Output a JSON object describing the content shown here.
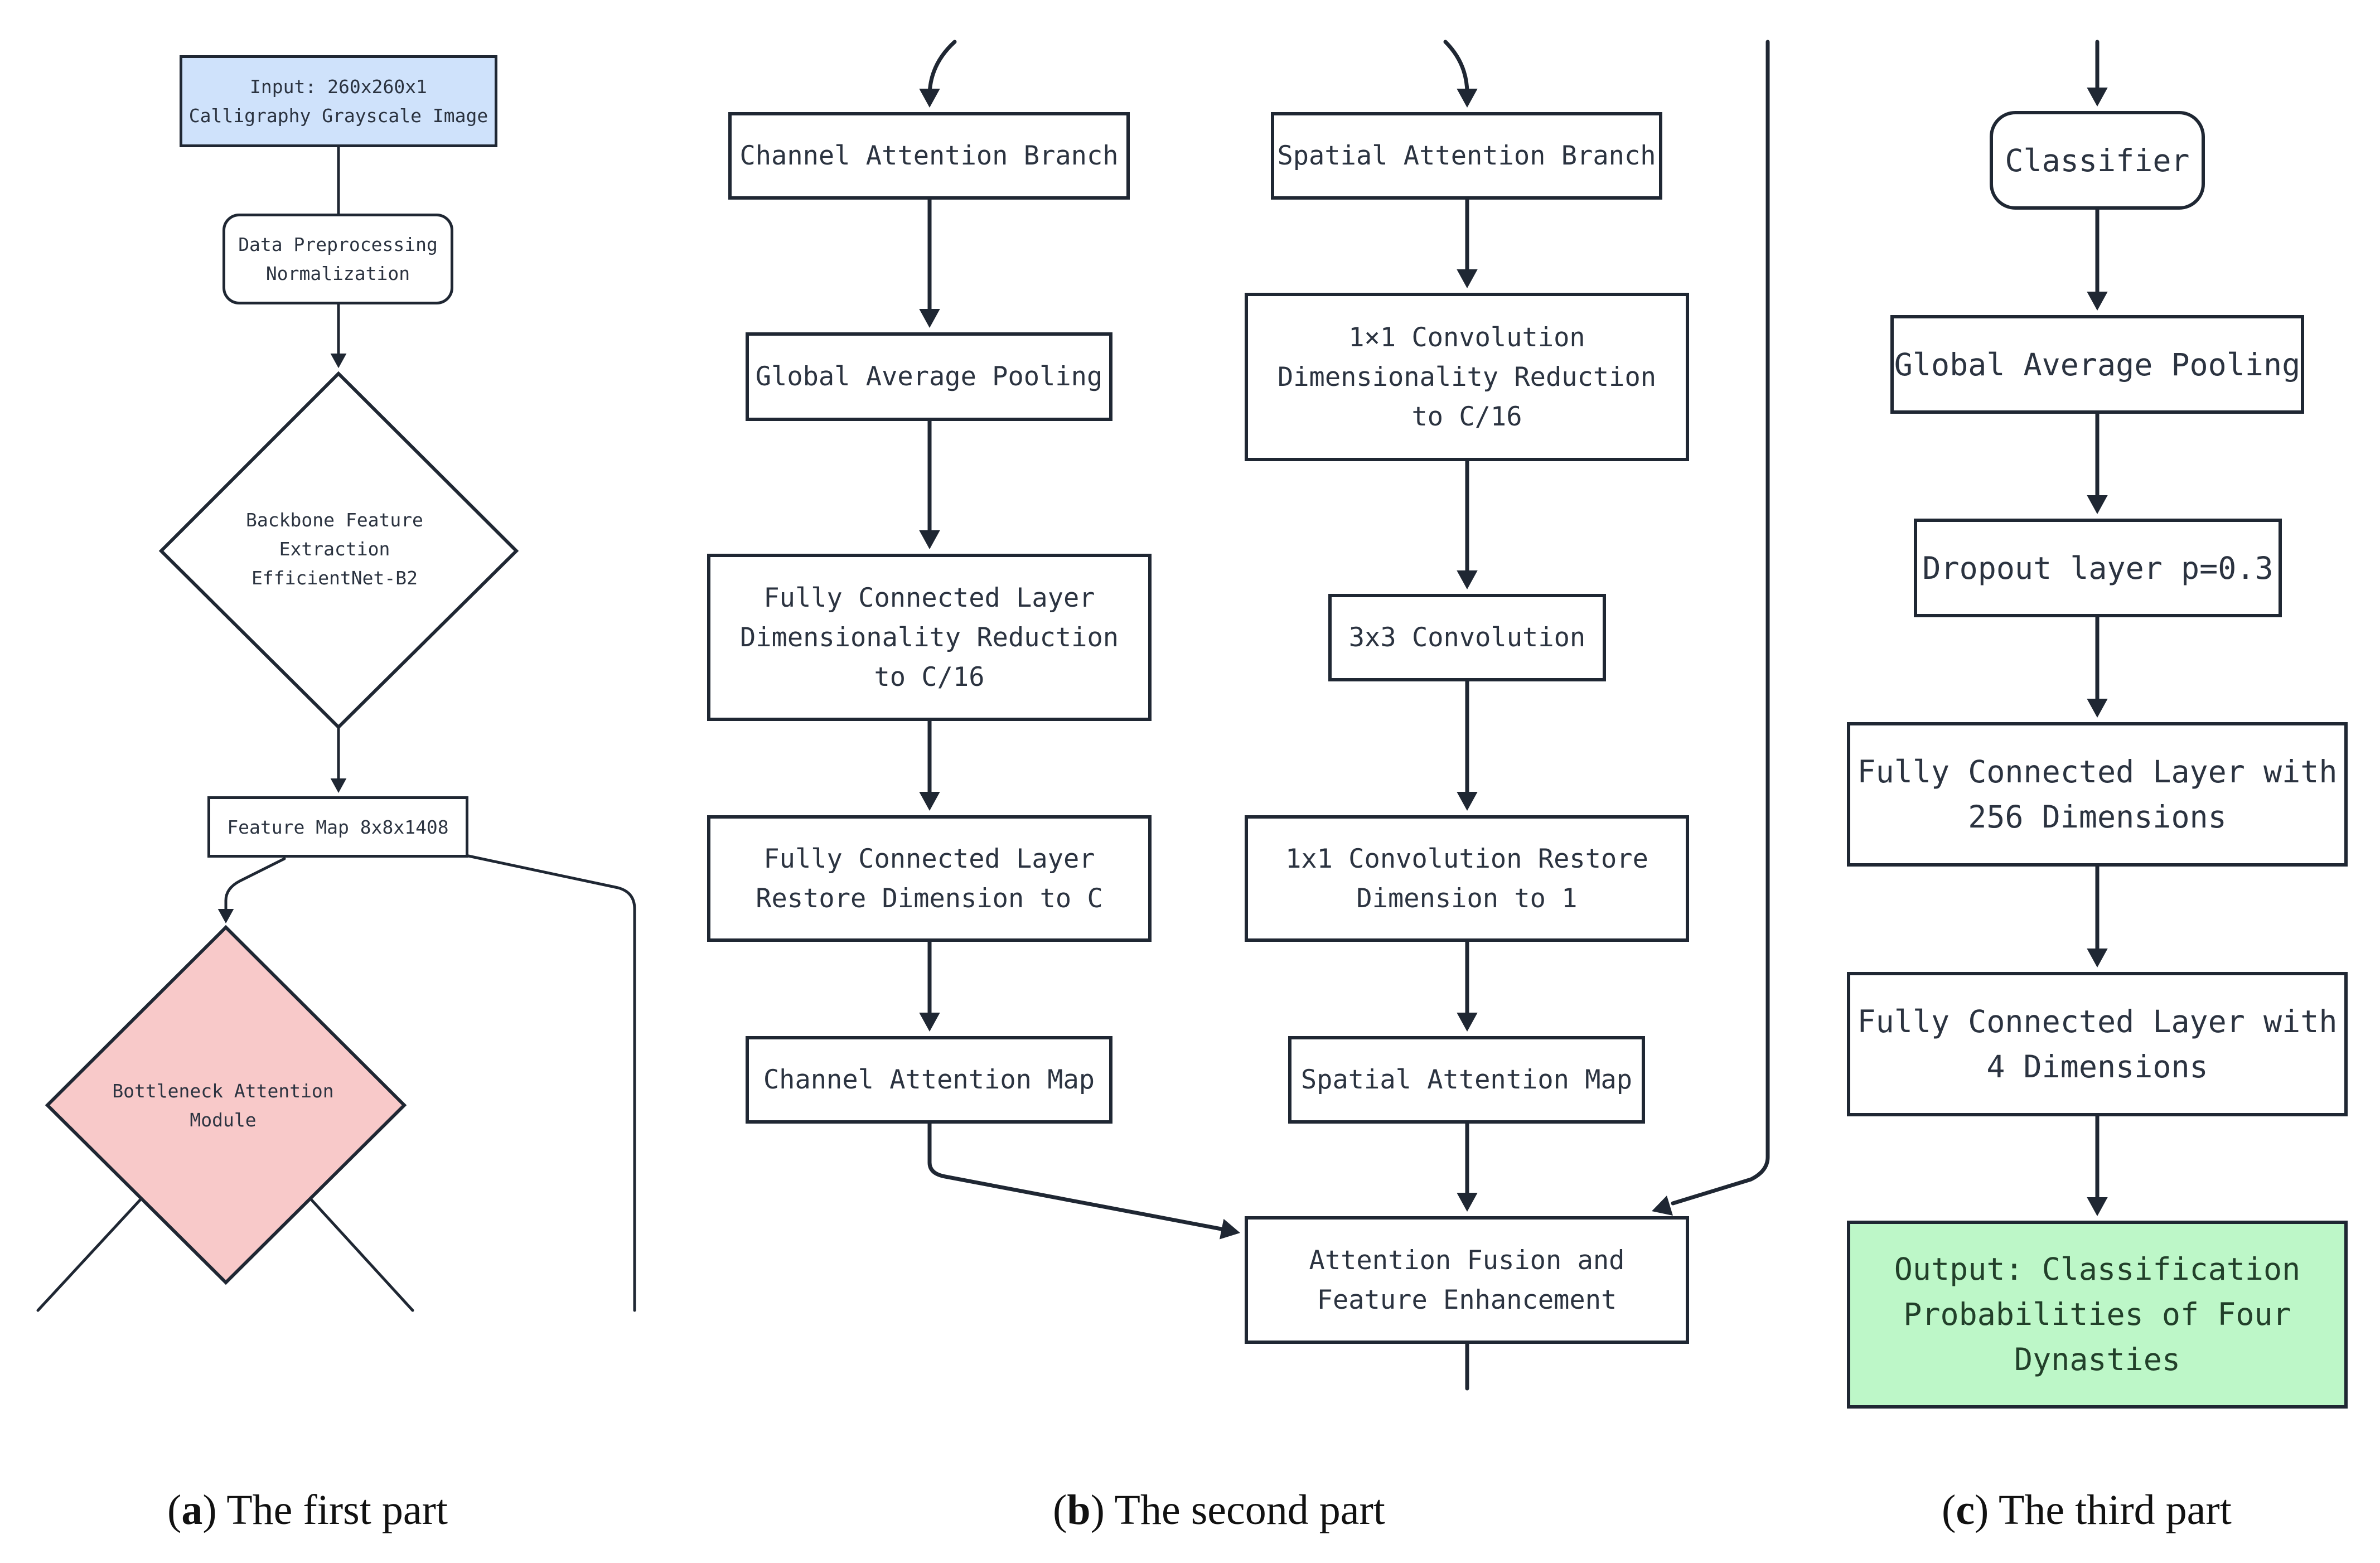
{
  "part_a": {
    "input": "Input: 260x260x1\nCalligraphy Grayscale Image",
    "preprocess": "Data Preprocessing\nNormalization",
    "backbone": "Backbone Feature\nExtraction\nEfficientNet-B2",
    "feature_map": "Feature Map 8x8x1408",
    "bottleneck": "Bottleneck Attention\nModule"
  },
  "part_b": {
    "channel_branch": "Channel Attention Branch",
    "gap": "Global Average Pooling",
    "fc_reduce": "Fully Connected Layer\nDimensionality Reduction\nto C/16",
    "fc_restore": "Fully Connected Layer\nRestore Dimension to C",
    "channel_map": "Channel Attention Map",
    "spatial_branch": "Spatial Attention Branch",
    "conv1_reduce": "1×1 Convolution\nDimensionality Reduction\nto C/16",
    "conv3": "3x3 Convolution",
    "conv1_restore": "1x1 Convolution Restore\nDimension to 1",
    "spatial_map": "Spatial Attention Map",
    "fusion": "Attention Fusion and\nFeature Enhancement"
  },
  "part_c": {
    "classifier": "Classifier",
    "gap": "Global Average Pooling",
    "dropout": "Dropout layer p=0.3",
    "fc256": "Fully Connected Layer with\n256 Dimensions",
    "fc4": "Fully Connected Layer with\n4 Dimensions",
    "output": "Output: Classification\nProbabilities of Four\nDynasties"
  },
  "captions": {
    "a_letter": "a",
    "a_text": " The first part",
    "b_letter": "b",
    "b_text": " The second part",
    "c_letter": "c",
    "c_text": " The third part"
  },
  "colors": {
    "input_fill": "#cfe2fb",
    "bottleneck_fill": "#f8c9c9",
    "output_fill": "#bdf7c8",
    "stroke": "#1f2733"
  }
}
